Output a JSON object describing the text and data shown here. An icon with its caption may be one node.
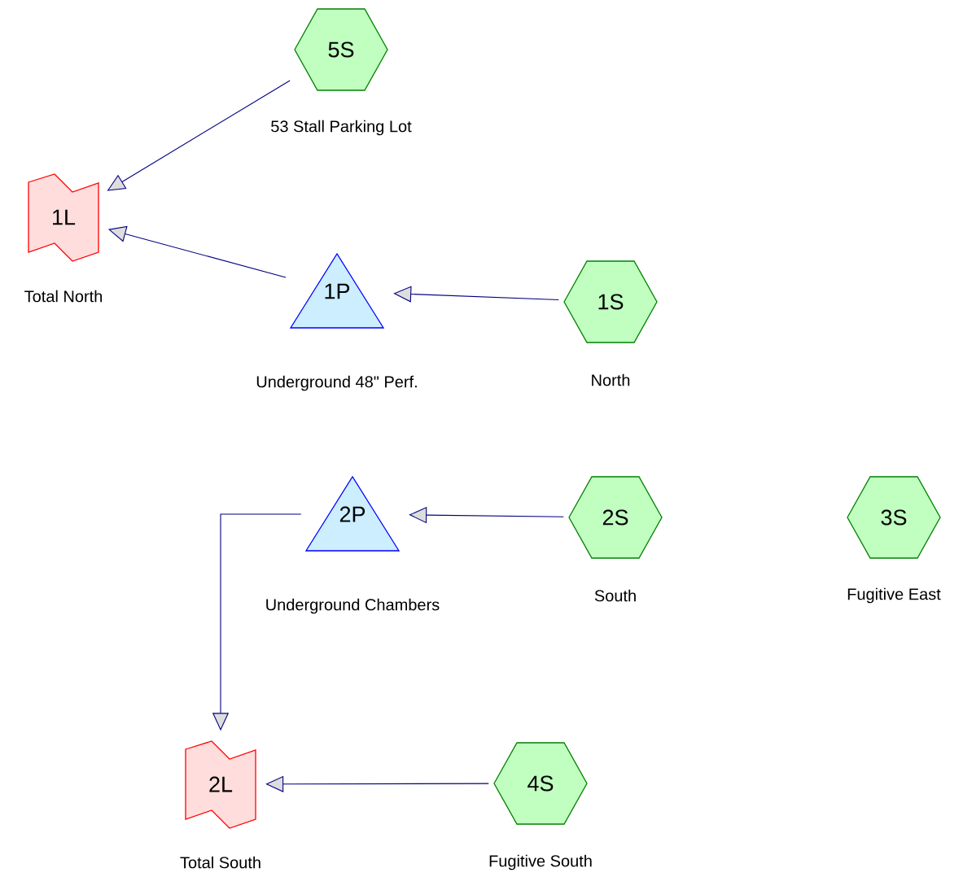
{
  "diagram": {
    "nodes": [
      {
        "text": [
          "5S"
        ],
        "beside": [
          "53 Stall Parking Lot"
        ]
      },
      {
        "text": [
          "1L"
        ],
        "beside": [
          "Total North"
        ]
      },
      {
        "text": [
          "1P"
        ],
        "beside": [
          "Underground 48\" Perf."
        ]
      },
      {
        "text": [
          "1S"
        ],
        "beside": [
          "North"
        ]
      },
      {
        "text": [
          "2P"
        ],
        "beside": [
          "Underground Chambers"
        ]
      },
      {
        "text": [
          "2S"
        ],
        "beside": [
          "South"
        ]
      },
      {
        "text": [
          "3S"
        ],
        "beside": [
          "Fugitive East"
        ]
      },
      {
        "text": [
          "2L"
        ],
        "beside": [
          "Total South"
        ]
      },
      {
        "text": [
          "4S"
        ],
        "beside": [
          "Fugitive South"
        ]
      }
    ],
    "edges": [
      {
        "from": 0,
        "to": 1,
        "arrow": "to"
      },
      {
        "from": 2,
        "to": 1,
        "arrow": "to"
      },
      {
        "from": 3,
        "to": 2,
        "arrow": "to"
      },
      {
        "from": 5,
        "to": 4,
        "arrow": "to"
      },
      {
        "from": 4,
        "to": 7,
        "arrow": "to"
      },
      {
        "from": 8,
        "to": 7,
        "arrow": "to"
      }
    ]
  }
}
